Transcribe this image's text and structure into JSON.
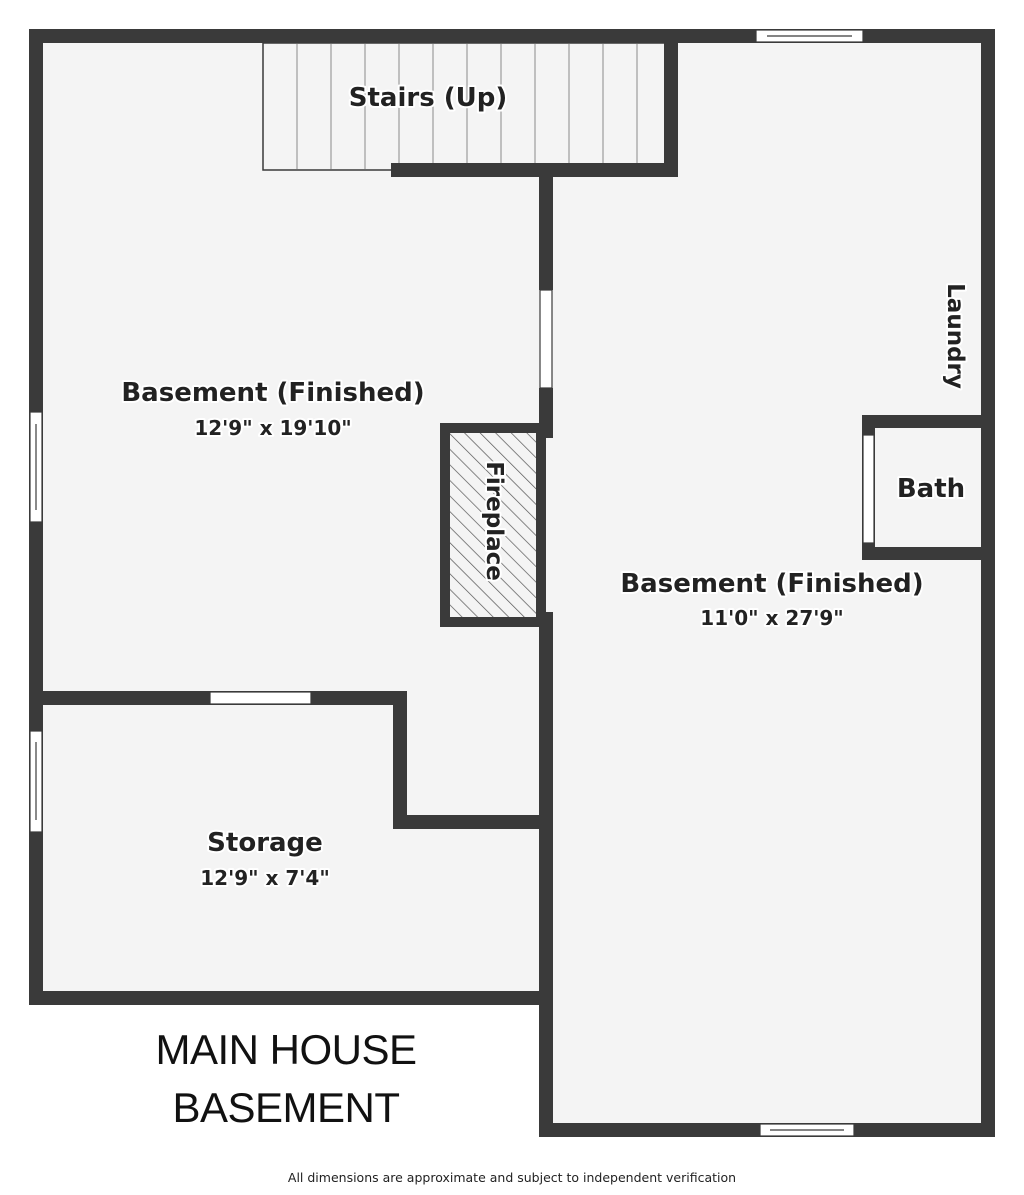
{
  "floor_title": {
    "line1": "MAIN HOUSE",
    "line2": "BASEMENT"
  },
  "rooms": {
    "stairs": {
      "label": "Stairs (Up)"
    },
    "basement_west": {
      "label": "Basement (Finished)",
      "dimensions": "12'9\" x 19'10\""
    },
    "basement_east": {
      "label": "Basement (Finished)",
      "dimensions": "11'0\" x 27'9\""
    },
    "storage": {
      "label": "Storage",
      "dimensions": "12'9\" x 7'4\""
    },
    "fireplace": {
      "label": "Fireplace"
    },
    "laundry": {
      "label": "Laundry"
    },
    "bath": {
      "label": "Bath"
    }
  },
  "footer_note": "All dimensions are approximate and subject to independent verification",
  "colors": {
    "wall": "#3a3a3a",
    "floor": "#f4f4f4",
    "background": "#ffffff",
    "text": "#222222"
  }
}
